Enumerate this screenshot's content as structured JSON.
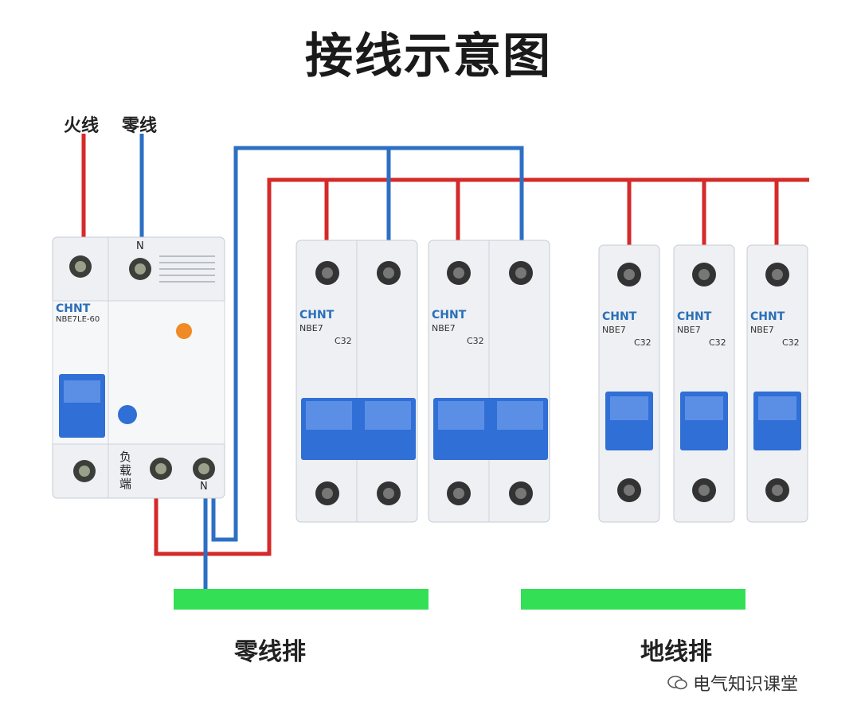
{
  "title": "接线示意图",
  "labels": {
    "live_wire": "火线",
    "neutral_wire": "零线",
    "neutral_terminal": "N",
    "neutral_terminal_bottom": "N",
    "load_side": "负载端",
    "neutral_bar": "零线排",
    "ground_bar": "地线排"
  },
  "breakers": {
    "rcd": {
      "brand": "CHNT",
      "model": "NBE7LE-60"
    },
    "double_1": {
      "brand": "CHNT",
      "model": "NBE7",
      "rating": "C32"
    },
    "double_2": {
      "brand": "CHNT",
      "model": "NBE7",
      "rating": "C32"
    },
    "single_1": {
      "brand": "CHNT",
      "model": "NBE7",
      "rating": "C32"
    },
    "single_2": {
      "brand": "CHNT",
      "model": "NBE7",
      "rating": "C32"
    },
    "single_3": {
      "brand": "CHNT",
      "model": "NBE7",
      "rating": "C32"
    }
  },
  "colors": {
    "live": "#d42a2a",
    "neutral": "#2d6fc4",
    "bar": "#33e055",
    "breaker_body": "#eef0f3",
    "handle": "#2f6fd6"
  },
  "watermark": "电气知识课堂"
}
